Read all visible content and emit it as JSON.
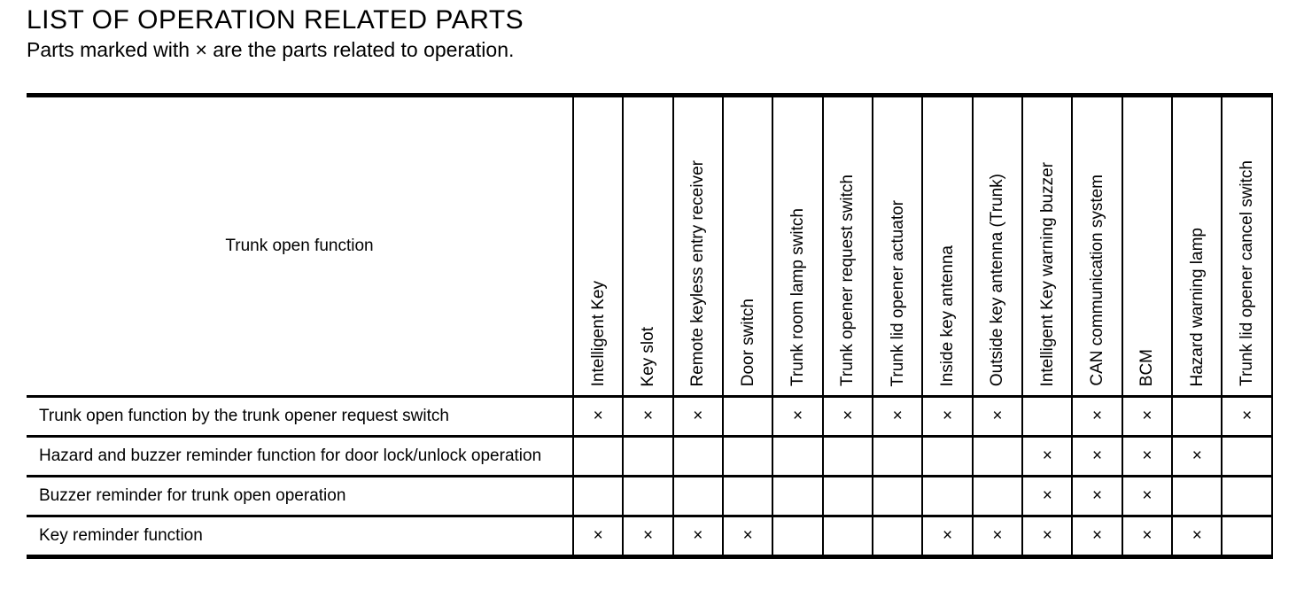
{
  "page": {
    "title": "LIST OF OPERATION RELATED PARTS",
    "subtitle": "Parts marked with × are the parts related to operation."
  },
  "table": {
    "corner_header": "Trunk open function",
    "mark_symbol": "×",
    "columns": [
      "Intelligent Key",
      "Key slot",
      "Remote keyless entry receiver",
      "Door switch",
      "Trunk room lamp switch",
      "Trunk opener request switch",
      "Trunk lid opener actuator",
      "Inside key antenna",
      "Outside key antenna (Trunk)",
      "Intelligent Key warning buzzer",
      "CAN communication system",
      "BCM",
      "Hazard warning lamp",
      "Trunk lid opener cancel switch"
    ],
    "rows": [
      {
        "label": "Trunk open function by the trunk opener request switch",
        "marks": [
          1,
          1,
          1,
          0,
          1,
          1,
          1,
          1,
          1,
          0,
          1,
          1,
          0,
          1
        ]
      },
      {
        "label": "Hazard and buzzer reminder function for door lock/unlock operation",
        "marks": [
          0,
          0,
          0,
          0,
          0,
          0,
          0,
          0,
          0,
          1,
          1,
          1,
          1,
          0
        ]
      },
      {
        "label": "Buzzer reminder for trunk open operation",
        "marks": [
          0,
          0,
          0,
          0,
          0,
          0,
          0,
          0,
          0,
          1,
          1,
          1,
          0,
          0
        ]
      },
      {
        "label": "Key reminder function",
        "marks": [
          1,
          1,
          1,
          1,
          0,
          0,
          0,
          1,
          1,
          1,
          1,
          1,
          1,
          0
        ]
      }
    ]
  }
}
